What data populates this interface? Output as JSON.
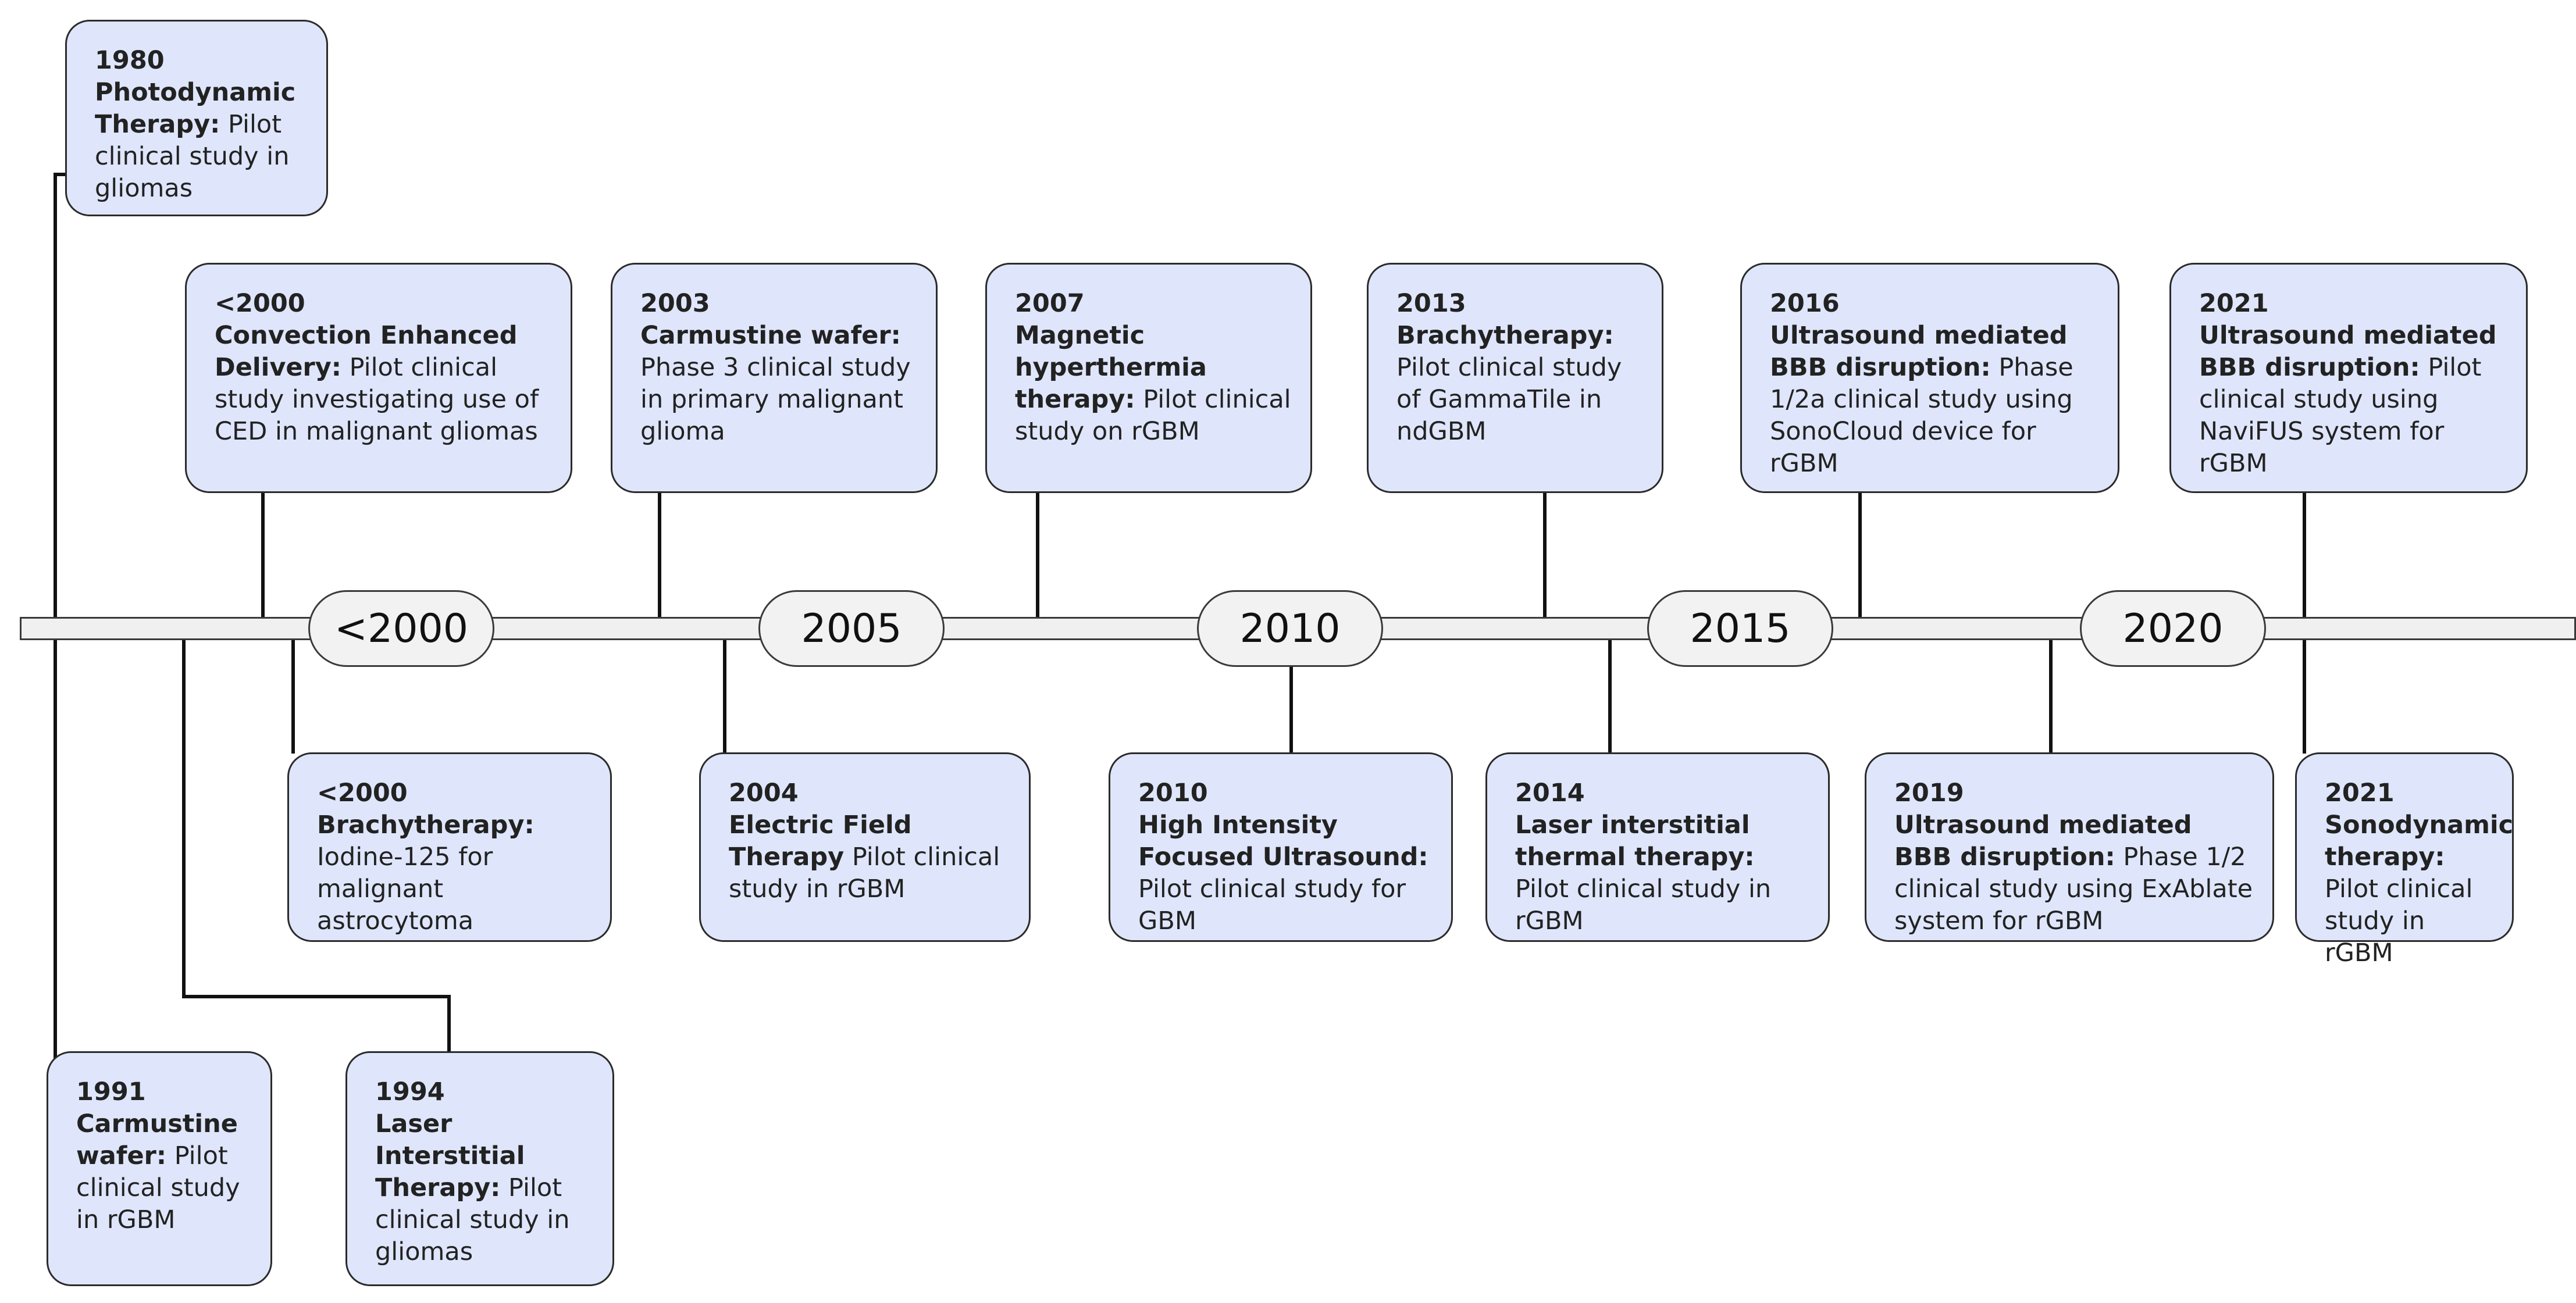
{
  "axis_years": [
    "<2000",
    "2005",
    "2010",
    "2015",
    "2020"
  ],
  "events": [
    {
      "id": "1980-photodynamic",
      "year": "1980",
      "title": "Photodynamic Therapy:",
      "desc": "Pilot clinical study in gliomas"
    },
    {
      "id": "2000-ced",
      "year": "<2000",
      "title": "Convection Enhanced Delivery:",
      "desc": "Pilot clinical study investigating use of CED in malignant gliomas"
    },
    {
      "id": "2003-carmustine",
      "year": "2003",
      "title": "Carmustine wafer:",
      "desc": "Phase 3 clinical study in primary malignant glioma"
    },
    {
      "id": "2007-magnetic",
      "year": "2007",
      "title": "Magnetic hyperthermia therapy:",
      "desc": "Pilot clinical study on rGBM"
    },
    {
      "id": "2013-brachytherapy",
      "year": "2013",
      "title": "Brachytherapy:",
      "desc": "Pilot clinical study of GammaTile in ndGBM"
    },
    {
      "id": "2016-ultrasound",
      "year": "2016",
      "title": "Ultrasound mediated BBB disruption:",
      "desc": "Phase 1/2a clinical study using SonoCloud device for rGBM"
    },
    {
      "id": "2021-ultrasound",
      "year": "2021",
      "title": "Ultrasound mediated BBB disruption:",
      "desc": "Pilot clinical study using NaviFUS system for rGBM"
    },
    {
      "id": "2000-brachytherapy",
      "year": "<2000",
      "title": "Brachytherapy:",
      "desc": "Iodine-125 for malignant astrocytoma"
    },
    {
      "id": "2004-electric",
      "year": "2004",
      "title": "Electric Field Therapy",
      "desc": "Pilot clinical study in rGBM"
    },
    {
      "id": "2010-hifu",
      "year": "2010",
      "title": "High Intensity Focused Ultrasound:",
      "desc": "Pilot clinical study for GBM"
    },
    {
      "id": "2014-laser",
      "year": "2014",
      "title": "Laser interstitial thermal therapy:",
      "desc": "Pilot clinical study in rGBM"
    },
    {
      "id": "2019-ultrasound",
      "year": "2019",
      "title": "Ultrasound mediated BBB disruption:",
      "desc": "Phase 1/2 clinical study using ExAblate system for rGBM"
    },
    {
      "id": "2021-sonodynamic",
      "year": "2021",
      "title": "Sonodynamic therapy:",
      "desc": "Pilot clinical study in rGBM"
    },
    {
      "id": "1991-carmustine",
      "year": "1991",
      "title": "Carmustine wafer:",
      "desc": "Pilot clinical study in rGBM"
    },
    {
      "id": "1994-laser",
      "year": "1994",
      "title": "Laser Interstitial Therapy:",
      "desc": "Pilot clinical study in gliomas"
    }
  ]
}
